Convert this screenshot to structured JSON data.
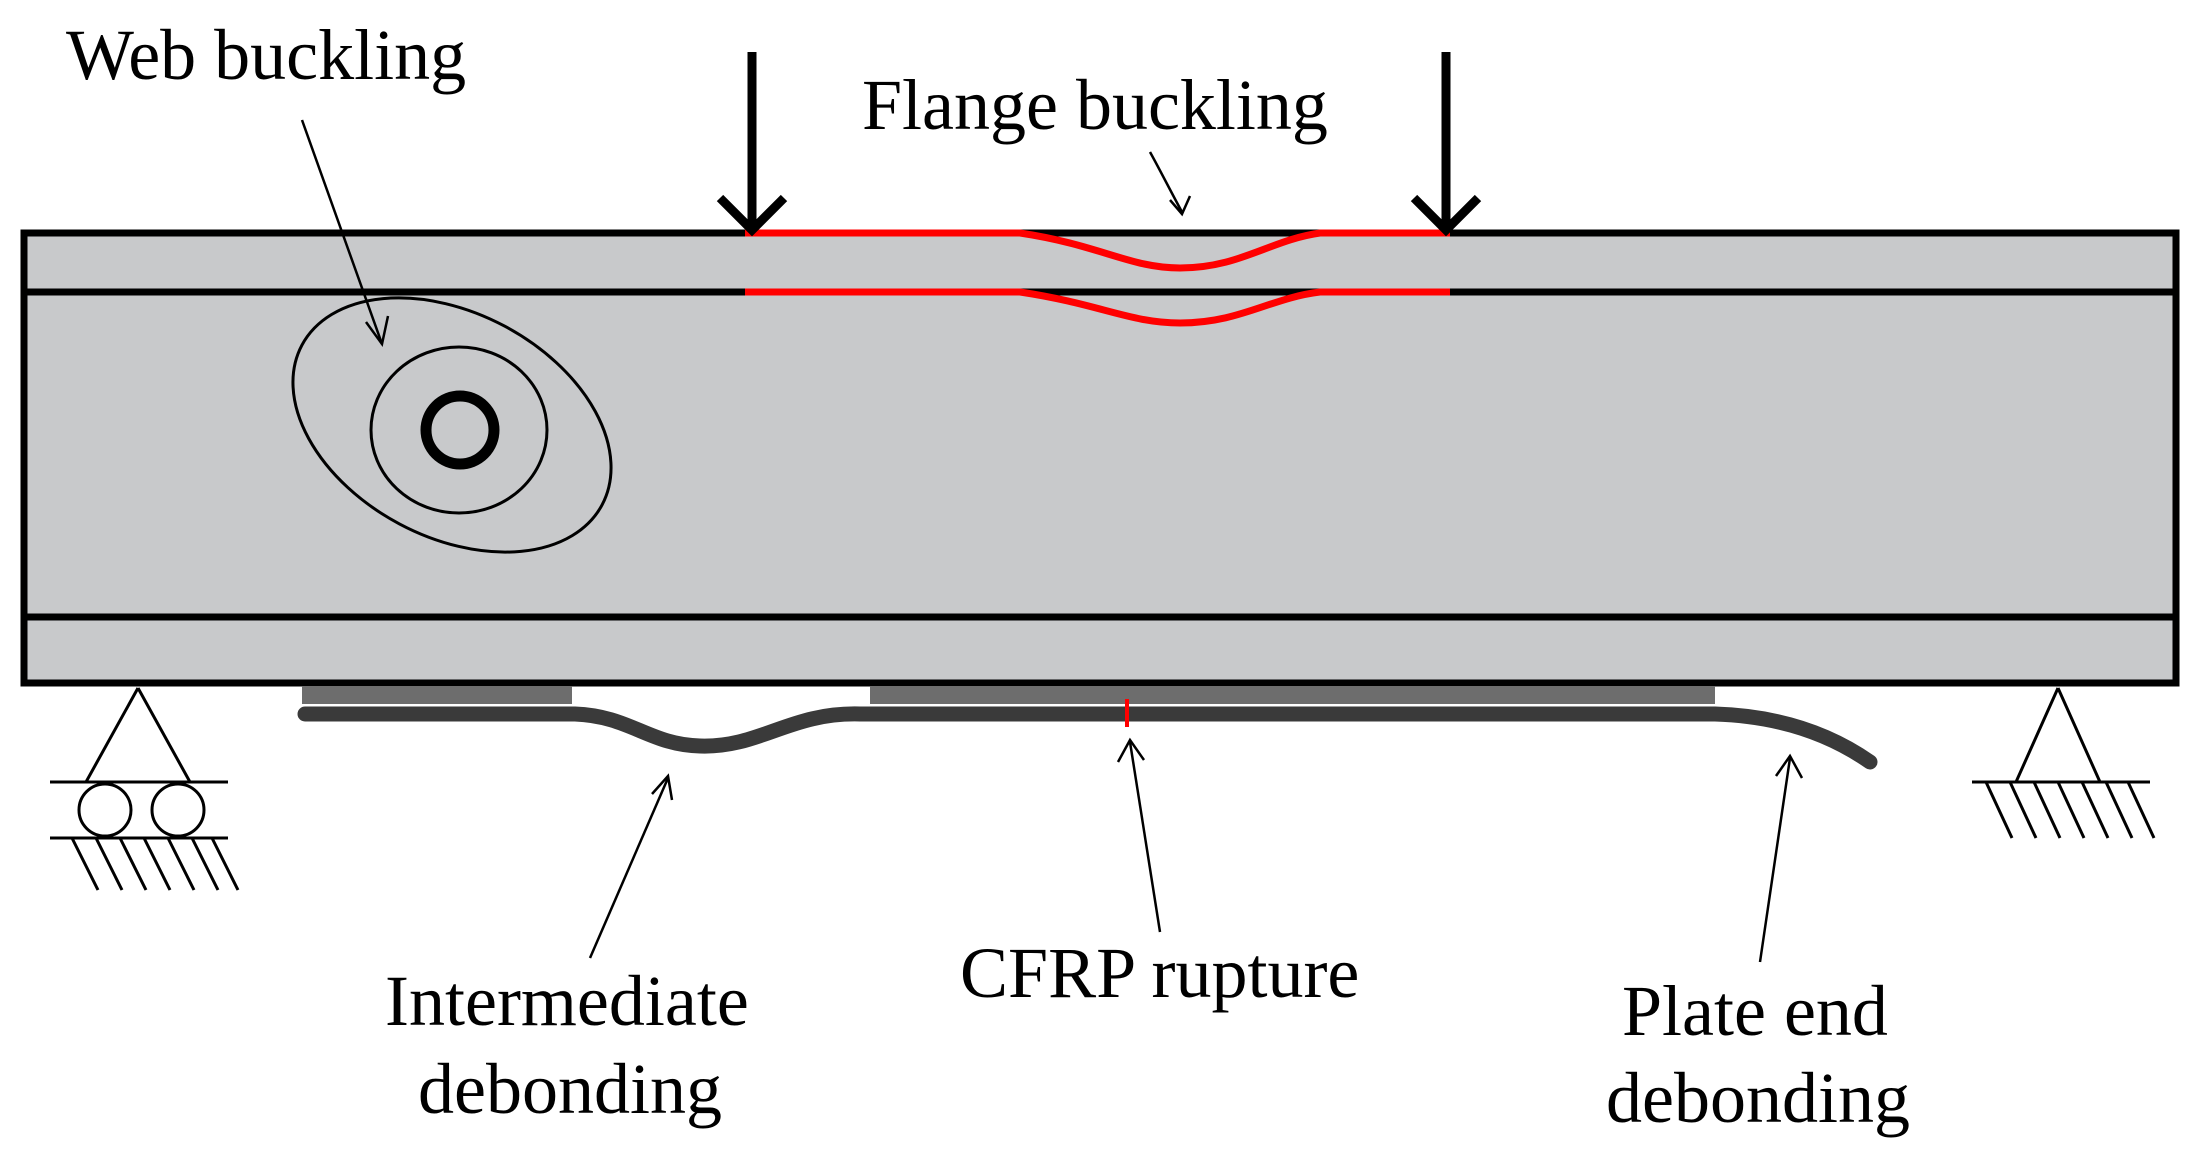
{
  "labels": {
    "web_buckling": "Web buckling",
    "flange_buckling": "Flange buckling",
    "intermediate_debonding_line1": "Intermediate",
    "intermediate_debonding_line2": "debonding",
    "cfrp_rupture": "CFRP rupture",
    "plate_end_debonding_line1": "Plate end",
    "plate_end_debonding_line2": "debonding"
  },
  "colors": {
    "beam_fill": "#c8c9cb",
    "outline": "#000000",
    "buckling_red": "#ff0000",
    "cfrp_adhesive": "#6d6d6d",
    "cfrp_plate": "#3a3a3a"
  }
}
